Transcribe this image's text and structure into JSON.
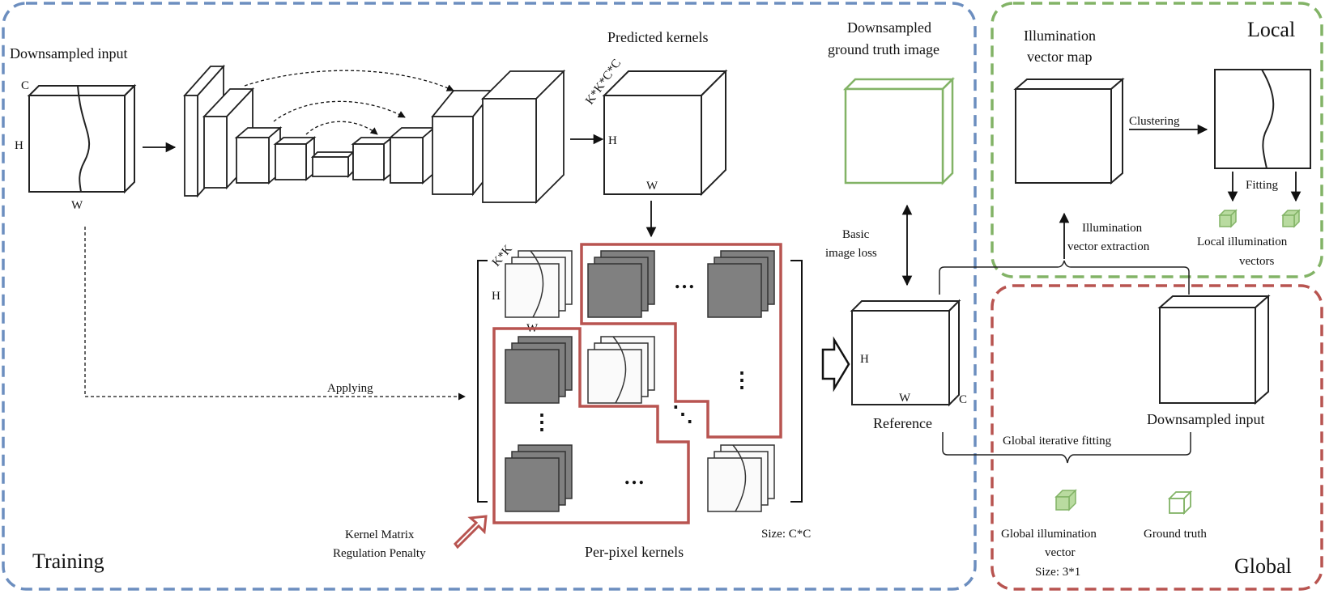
{
  "regions": {
    "training": "Training",
    "local": "Local",
    "global": "Global"
  },
  "input": {
    "title": "Downsampled input",
    "c": "C",
    "h": "H",
    "w": "W"
  },
  "predicted": {
    "title": "Predicted kernels",
    "dim": "K*K*C*C",
    "h": "H",
    "w": "W"
  },
  "perpixel": {
    "kk": "K*K",
    "h": "H",
    "w": "W",
    "title": "Per-pixel kernels",
    "size": "Size: C*C",
    "dots": "…",
    "vdots": "⋮",
    "ddots": "⋱"
  },
  "applying": "Applying",
  "penalty": {
    "line1": "Kernel Matrix",
    "line2": "Regulation Penalty"
  },
  "gt": {
    "line1": "Downsampled",
    "line2": "ground truth image"
  },
  "loss": {
    "line1": "Basic",
    "line2": "image loss"
  },
  "reference": {
    "title": "Reference",
    "h": "H",
    "w": "W",
    "c": "C"
  },
  "local_panel": {
    "map_line1": "Illumination",
    "map_line2": "vector map",
    "clustering": "Clustering",
    "fitting": "Fitting",
    "vectors_line1": "Local illumination",
    "vectors_line2": "vectors",
    "extraction_line1": "Illumination",
    "extraction_line2": "vector extraction"
  },
  "global_panel": {
    "input": "Downsampled input",
    "iterative": "Global iterative fitting",
    "vector_line1": "Global illumination",
    "vector_line2": "vector",
    "vector_line3": "Size: 3*1",
    "ground_truth": "Ground truth"
  },
  "colors": {
    "training_border": "#6c8ebf",
    "local_border": "#82b366",
    "global_border": "#b85450",
    "penalty_outline": "#b85450",
    "gt_cube": "#82b366",
    "kernel_fill": "#808080",
    "small_cube_fill": "#b9dba0"
  }
}
